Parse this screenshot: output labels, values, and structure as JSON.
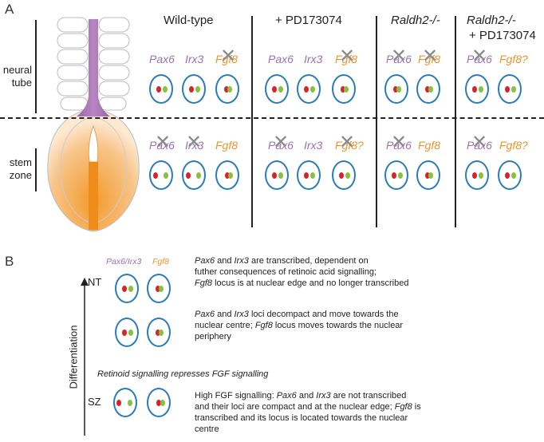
{
  "panel_a": {
    "letter": "A",
    "side_labels": {
      "neural_tube": "neural\ntube",
      "stem_zone": "stem\nzone"
    },
    "columns": [
      {
        "title": "Wild-type",
        "italic": false,
        "nt_genes": [
          {
            "label": "Pax6",
            "color": "purple",
            "crossed": false
          },
          {
            "label": "Irx3",
            "color": "purple",
            "crossed": false
          },
          {
            "label": "Fgf8",
            "color": "orange",
            "crossed": true
          }
        ],
        "sz_genes": [
          {
            "label": "Pax6",
            "color": "purple",
            "crossed": true
          },
          {
            "label": "Irx3",
            "color": "purple",
            "crossed": true
          },
          {
            "label": "Fgf8",
            "color": "orange",
            "crossed": false
          }
        ]
      },
      {
        "title": "+ PD173074",
        "italic": false,
        "nt_genes": [
          {
            "label": "Pax6",
            "color": "purple",
            "crossed": false
          },
          {
            "label": "Irx3",
            "color": "purple",
            "crossed": false
          },
          {
            "label": "Fgf8",
            "color": "orange",
            "crossed": true
          }
        ],
        "sz_genes": [
          {
            "label": "Pax6",
            "color": "purple",
            "crossed": true
          },
          {
            "label": "Irx3",
            "color": "purple",
            "crossed": false
          },
          {
            "label": "Fgf8?",
            "color": "orange",
            "crossed": true
          }
        ]
      },
      {
        "title": "Raldh2-/-",
        "italic": true,
        "nt_genes": [
          {
            "label": "Pax6",
            "color": "purple",
            "crossed": true
          },
          {
            "label": "Fgf8",
            "color": "orange",
            "crossed": true
          }
        ],
        "sz_genes": [
          {
            "label": "Pax6",
            "color": "purple",
            "crossed": true
          },
          {
            "label": "Fgf8",
            "color": "orange",
            "crossed": false
          }
        ]
      },
      {
        "title": "Raldh2-/-",
        "title2": "+ PD173074",
        "italic": true,
        "nt_genes": [
          {
            "label": "Pax6",
            "color": "purple",
            "crossed": true
          },
          {
            "label": "Fgf8?",
            "color": "orange",
            "crossed": false
          }
        ],
        "sz_genes": [
          {
            "label": "Pax6",
            "color": "purple",
            "crossed": true
          },
          {
            "label": "Fgf8?",
            "color": "orange",
            "crossed": false
          }
        ]
      }
    ]
  },
  "panel_b": {
    "letter": "B",
    "axis_label": "Differentiation",
    "nt_label": "NT",
    "sz_label": "SZ",
    "legend": {
      "pax6_irx3": "Pax6/Irx3",
      "fgf8": "Fgf8"
    },
    "mid_text": "Retinoid signalling represses FGF signalling",
    "text1": "<i>Pax6</i> and <i>Irx3</i> are transcribed, dependent on<br>futher consequences of retinoic acid signalling;<br><i>Fgf8</i> locus is at nuclear edge and no longer transcribed",
    "text2": "<i>Pax6</i> and <i>Irx3</i> loci decompact and move towards the<br>nuclear centre; <i>Fgf8</i> locus moves towards the nuclear<br>periphery",
    "text3": "High FGF signalling: <i>Pax6</i> and <i>Irx3</i> are not transcribed<br>and their loci are compact and at the nuclear edge; <i>Fgf8</i> is<br>transcribed and its locus is located towards the nuclear<br>centre"
  },
  "colors": {
    "purple": "#9b6fb4",
    "orange": "#e9962c",
    "cell_border": "#2b7cb7",
    "red_dot": "#d8232a",
    "green_dot": "#86c141"
  }
}
